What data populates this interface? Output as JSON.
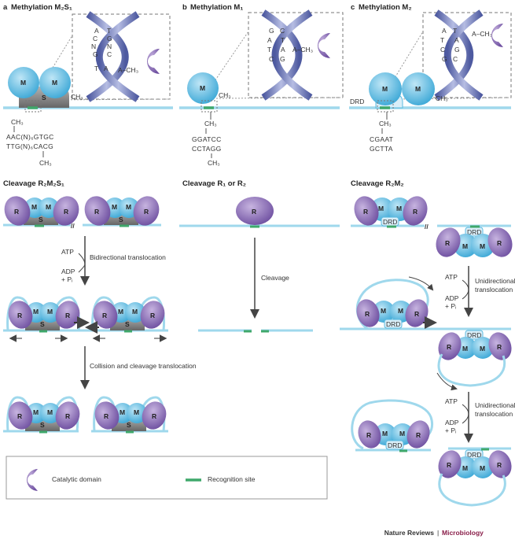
{
  "panel_a": {
    "letter": "a",
    "title": "Methylation M₂S₁",
    "seq_top": "AAC(N)₆GTGC",
    "seq_bottom": "TTG(N)₆CACG",
    "methyl": "CH₃"
  },
  "panel_b": {
    "letter": "b",
    "title": "Methylation M₁",
    "seq_top": "GGATCC",
    "seq_bottom": "CCTAGG",
    "methyl": "CH₃"
  },
  "panel_c": {
    "letter": "c",
    "title": "Methylation M₂",
    "seq_top": "CGAAT",
    "seq_bottom": "GCTTA",
    "methyl": "CH₃",
    "drd": "DRD"
  },
  "dna_letters": {
    "a_left": [
      "A",
      "C",
      "N",
      "G",
      "T"
    ],
    "a_right": [
      "T",
      "G",
      "N",
      "C",
      "A"
    ],
    "b_left": [
      "G",
      "A",
      "T",
      "C"
    ],
    "b_right": [
      "C",
      "T",
      "A",
      "G"
    ],
    "c_left": [
      "A",
      "T",
      "C",
      "G"
    ],
    "c_right": [
      "T",
      "A",
      "G",
      "C"
    ],
    "a_methyl": "A–CH₃",
    "b_methyl": "A–CH₃",
    "c_methyl": "A–CH₃"
  },
  "domains": {
    "M": "M",
    "S": "S",
    "R": "R",
    "DRD": "DRD"
  },
  "cleavage_a": {
    "title": "Cleavage R₂M₂S₁",
    "atp": "ATP",
    "adp": "ADP",
    "pi": "+ Pᵢ",
    "translocation": "Bidirectional translocation",
    "collision": "Collision and cleavage translocation"
  },
  "cleavage_b": {
    "title": "Cleavage R₁ or R₂",
    "cleavage": "Cleavage"
  },
  "cleavage_c": {
    "title": "Cleavage R₂M₂",
    "atp": "ATP",
    "adp": "ADP",
    "pi": "+ Pᵢ",
    "translocation_1": "Unidirectional",
    "translocation_2": "translocation"
  },
  "legend": {
    "catalytic": "Catalytic domain",
    "recognition": "Recognition site"
  },
  "credit": {
    "journal": "Nature Reviews",
    "separator": " | ",
    "section": "Microbiology"
  },
  "colors": {
    "dna": "#9fd8ec",
    "m_domain": "#5bbbe0",
    "r_domain": "#8a6fb5",
    "s_domain": "#7d7d7d",
    "site": "#3fa86b",
    "helix": "#7f86bd",
    "credit_section": "#8a1f4a"
  }
}
